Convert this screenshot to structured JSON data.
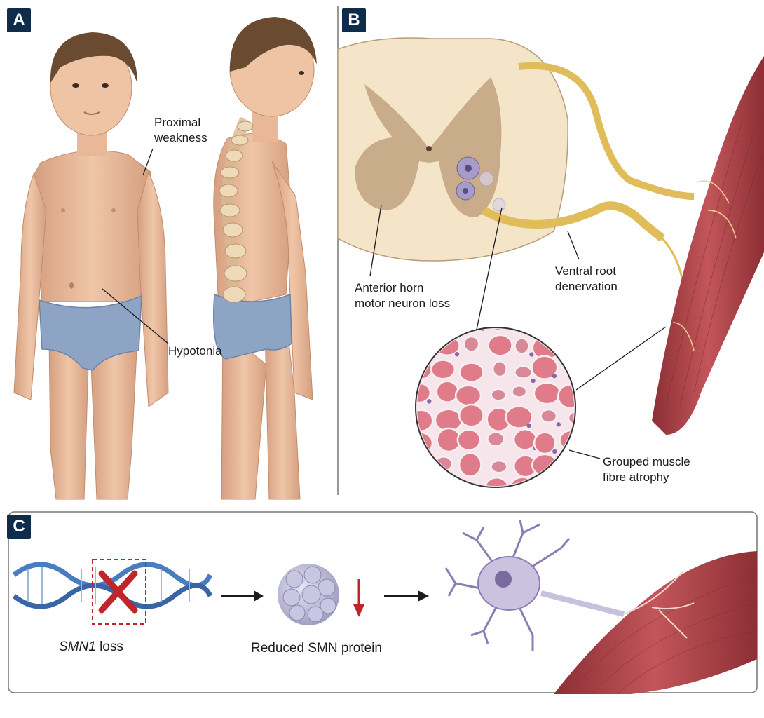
{
  "panels": {
    "a": "A",
    "b": "B",
    "c": "C"
  },
  "labels": {
    "proximal_weakness": [
      "Proximal",
      "weakness"
    ],
    "hypotonia": "Hypotonia",
    "anterior_horn": [
      "Anterior horn",
      "motor neuron loss"
    ],
    "ventral_root": [
      "Ventral root",
      "denervation"
    ],
    "grouped_atrophy": [
      "Grouped muscle",
      "fibre atrophy"
    ]
  },
  "pathway": {
    "gene": "SMN1",
    "gene_suffix": " loss",
    "protein": "Reduced SMN protein"
  },
  "colors": {
    "panel_tag": "#0f2d4a",
    "skin": "#e7b898",
    "underwear": "#8ea4c4",
    "white_matter": "#f4e4c8",
    "grey_matter": "#c9ac8a",
    "nerve": "#e0bc5a",
    "muscle": "#b0484c",
    "fibre": "#e07c8a",
    "dna": "#4a7cc0",
    "deletion_red": "#c0252a",
    "neuron": "#a79cc8",
    "protein": "#b8b6d4"
  }
}
